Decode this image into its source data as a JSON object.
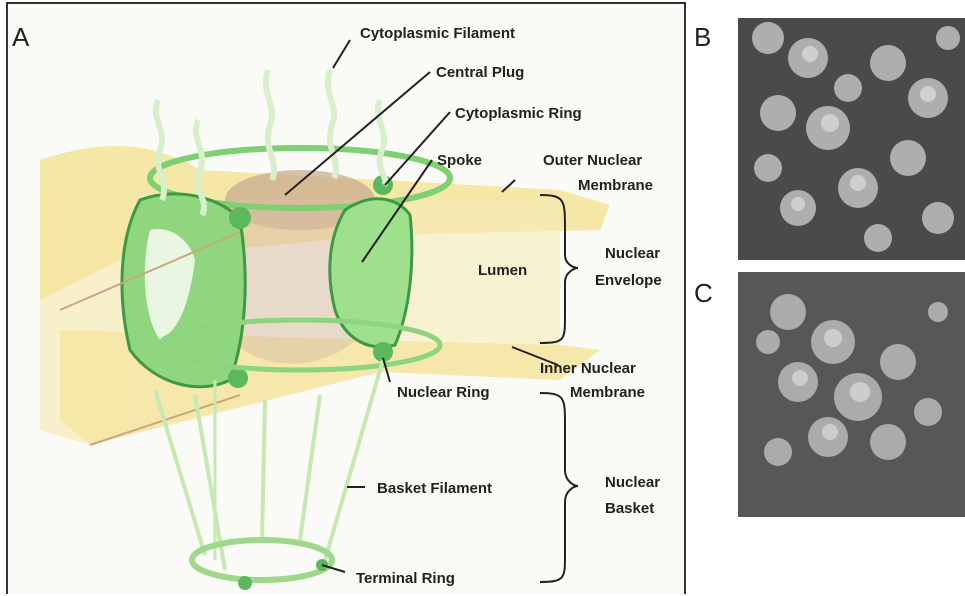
{
  "panel_letters": {
    "a": "A",
    "b": "B",
    "c": "C"
  },
  "labels": {
    "cytoplasmic_filament": "Cytoplasmic Filament",
    "central_plug": "Central Plug",
    "cytoplasmic_ring": "Cytoplasmic Ring",
    "spoke": "Spoke",
    "outer_nuclear": "Outer Nuclear",
    "outer_membrane": "Membrane",
    "lumen": "Lumen",
    "nuclear_envelope_1": "Nuclear",
    "nuclear_envelope_2": "Envelope",
    "inner_nuclear": "Inner Nuclear",
    "inner_membrane": "Membrane",
    "nuclear_ring": "Nuclear Ring",
    "basket_filament": "Basket Filament",
    "nuclear_basket_1": "Nuclear",
    "nuclear_basket_2": "Basket",
    "terminal_ring": "Terminal Ring"
  },
  "colors": {
    "membrane_yellow": "#f3e08a",
    "pore_green": "#9fe08c",
    "pore_dark_green": "#3c9a45",
    "filament_green": "#b8e6a0",
    "plug_brown": "#b89270"
  }
}
